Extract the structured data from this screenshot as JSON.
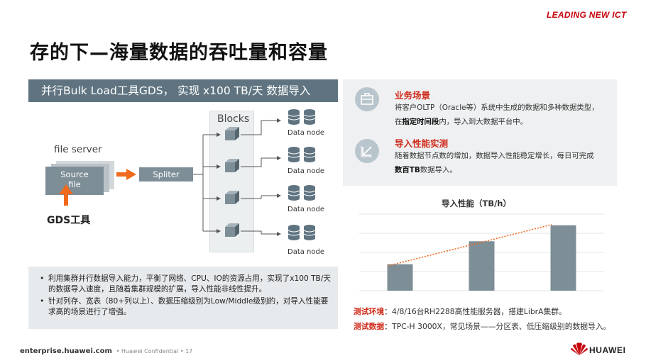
{
  "header": {
    "brand_tag": "LEADING NEW ICT",
    "title": "存的下—海量数据的吞吐量和容量"
  },
  "diagram": {
    "banner": "并行Bulk Load工具GDS， 实现 x100 TB/天 数据导入",
    "file_server_label": "file server",
    "source_file_line1": "Source",
    "source_file_line2": "file",
    "tool_label": "GDS工具",
    "splitter_label": "Spliter",
    "blocks_label": "Blocks",
    "data_nodes": [
      "Data node",
      "Data node",
      "Data node",
      "Data node"
    ]
  },
  "notes": [
    "利用集群并行数据导入能力，平衡了网络、CPU、IO的资源占用，实现了x100 TB/天的数据导入速度，且随着集群规模的扩展，导入性能非线性提升。",
    "针对列存、宽表（80+列以上）、数据压缩级别为Low/Middle级别的，对导入性能要求高的场景进行了增强。"
  ],
  "info_card": {
    "scenario": {
      "icon": "briefcase-icon",
      "heading": "业务场景",
      "line1": "将客户OLTP（Oracle等）系统中生成的数据和多种数据类型，",
      "line2_pre": "在",
      "line2_bold": "指定时间段",
      "line2_post": "内，导入到大数据平台中。"
    },
    "performance": {
      "icon": "arrow-down-left-icon",
      "heading": "导入性能实测",
      "line1": "随着数据节点数的增加，数据导入性能稳定增长，每日可完成",
      "line2_bold": "数百TB",
      "line2_post": "数据导入。"
    }
  },
  "chart_title": "导入性能（TB/h）",
  "chart_data": {
    "type": "bar",
    "title": "导入性能（TB/h）",
    "categories": [
      "",
      "",
      ""
    ],
    "values": [
      0.38,
      0.71,
      0.94
    ],
    "trend_line": true,
    "bar_color": "#7d8e97",
    "trend_color": "#f06a1d",
    "ylim": [
      0,
      1.1
    ],
    "grid": true
  },
  "test_env": {
    "label": "测试环境",
    "text": "：4/8/16台RH2288高性能服务器，搭建LibrA集群。"
  },
  "test_data": {
    "label": "测试数据",
    "text": "：TPC-H 3000X，常见场景——分区表、低压缩级别的数据导入。"
  },
  "footer": {
    "site": "enterprise.huawei.com",
    "confidential": "Huawei Confidential",
    "page": "17",
    "logo_text": "HUAWEI"
  },
  "colors": {
    "accent_red": "#c7000b",
    "heading_red": "#d02b1b",
    "arrow_orange": "#f06a1d",
    "slate": "#5f7480"
  }
}
